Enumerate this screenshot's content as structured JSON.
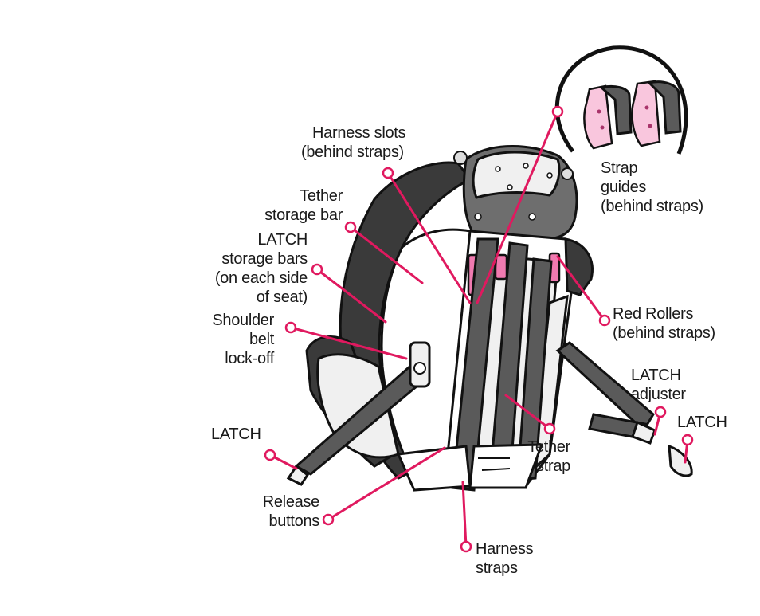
{
  "labels": {
    "harness_slots_1": "Harness slots",
    "harness_slots_2": "(behind straps)",
    "tether_storage_1": "Tether",
    "tether_storage_2": "storage bar",
    "latch_storage_1": "LATCH",
    "latch_storage_2": "storage bars",
    "latch_storage_3": "(on each side",
    "latch_storage_4": "of seat)",
    "shoulder_lockoff_1": "Shoulder",
    "shoulder_lockoff_2": "belt",
    "shoulder_lockoff_3": "lock-off",
    "latch_left": "LATCH",
    "release_1": "Release",
    "release_2": "buttons",
    "harness_straps_1": "Harness",
    "harness_straps_2": "straps",
    "tether_strap_1": "Tether",
    "tether_strap_2": "strap",
    "latch_adjuster_1": "LATCH",
    "latch_adjuster_2": "adjuster",
    "latch_right": "LATCH",
    "red_rollers_1": "Red Rollers",
    "red_rollers_2": "(behind straps)",
    "strap_guides_1": "Strap",
    "strap_guides_2": "guides",
    "strap_guides_3": "(behind straps)"
  },
  "colors": {
    "leader": "#e0195f",
    "accent_pink": "#f07ab0"
  }
}
